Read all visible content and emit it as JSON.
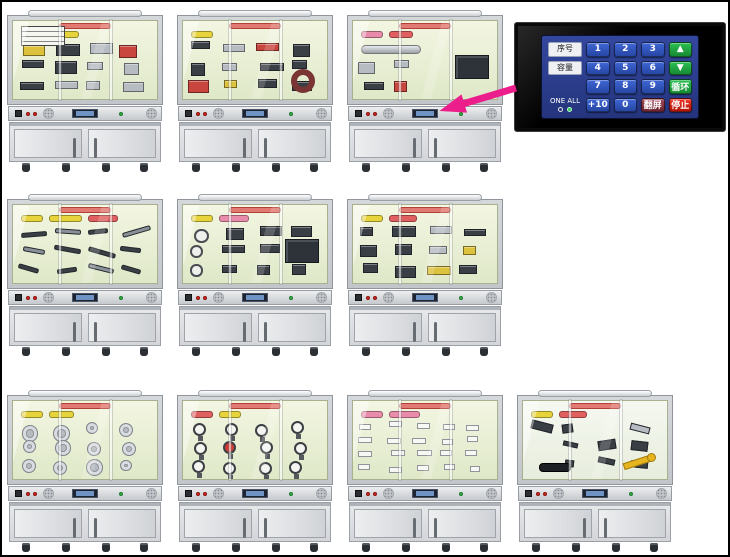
{
  "window": {
    "type": "product-photo-collage",
    "background": "#ffffff",
    "frame_color": "#000000"
  },
  "collage": {
    "rows": [
      {
        "cabinet_count": 3
      },
      {
        "cabinet_count": 3
      },
      {
        "cabinet_count": 4
      }
    ],
    "cabinet_total": 10,
    "detail_callout": {
      "target": "cabinet-3-control-panel",
      "arrow_color": "#ec1e8c"
    }
  },
  "cabinets": [
    {
      "id": "cabinet-1"
    },
    {
      "id": "cabinet-2"
    },
    {
      "id": "cabinet-3"
    },
    {
      "id": "cabinet-4"
    },
    {
      "id": "cabinet-5"
    },
    {
      "id": "cabinet-6"
    },
    {
      "id": "cabinet-7"
    },
    {
      "id": "cabinet-8"
    },
    {
      "id": "cabinet-9"
    },
    {
      "id": "cabinet-10"
    }
  ],
  "keypad": {
    "bezel_color": "#0a0a0a",
    "panel_color": "#2b3f96",
    "left_labels": [
      {
        "text": "序号",
        "box": true
      },
      {
        "text": "容量",
        "box": true
      },
      {
        "text": "",
        "box": false
      },
      {
        "text": "ONE ALL",
        "box": false,
        "dots": true
      }
    ],
    "rows": [
      [
        {
          "text": "1",
          "color": "blue",
          "name": "key-1"
        },
        {
          "text": "2",
          "color": "blue",
          "name": "key-2"
        },
        {
          "text": "3",
          "color": "blue",
          "name": "key-3"
        },
        {
          "text": "▲",
          "color": "green",
          "name": "key-up"
        }
      ],
      [
        {
          "text": "4",
          "color": "blue",
          "name": "key-4"
        },
        {
          "text": "5",
          "color": "blue",
          "name": "key-5"
        },
        {
          "text": "6",
          "color": "blue",
          "name": "key-6"
        },
        {
          "text": "▼",
          "color": "green",
          "name": "key-down"
        }
      ],
      [
        {
          "text": "7",
          "color": "blue",
          "name": "key-7"
        },
        {
          "text": "8",
          "color": "blue",
          "name": "key-8"
        },
        {
          "text": "9",
          "color": "blue",
          "name": "key-9"
        },
        {
          "text": "循环",
          "color": "green",
          "name": "key-cycle"
        }
      ],
      [
        {
          "text": "+10",
          "color": "blue",
          "name": "key-plus-10"
        },
        {
          "text": "0",
          "color": "blue",
          "name": "key-0"
        },
        {
          "text": "翻屏",
          "color": "maroon",
          "name": "key-page"
        },
        {
          "text": "停止",
          "color": "red",
          "name": "key-stop"
        }
      ]
    ]
  }
}
